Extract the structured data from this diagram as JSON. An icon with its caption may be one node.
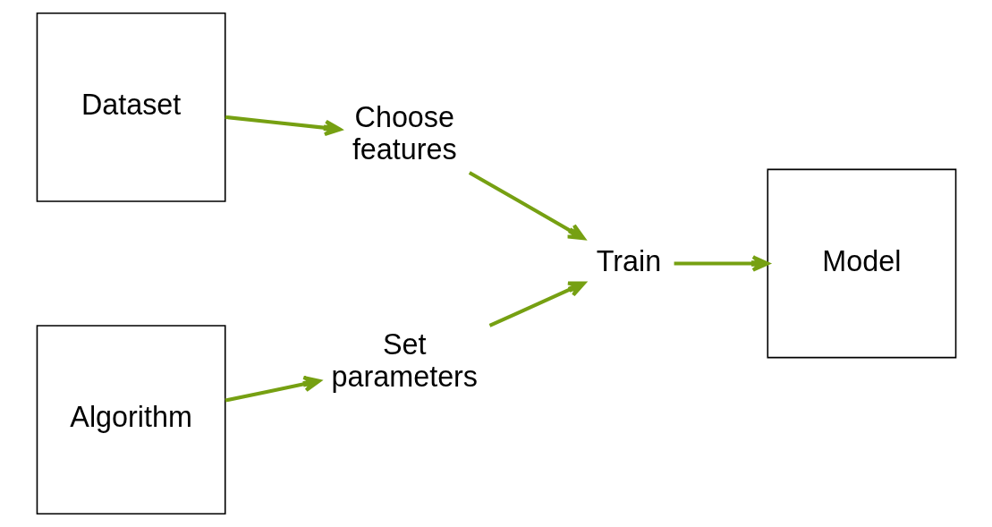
{
  "diagram": {
    "nodes": [
      {
        "text": [
          "Dataset"
        ]
      },
      {
        "text": [
          "Choose features"
        ]
      },
      {
        "text": [
          "Algorithm"
        ]
      },
      {
        "text": [
          "Set parameters"
        ]
      },
      {
        "text": [
          "Train"
        ]
      },
      {
        "text": [
          "Model"
        ]
      }
    ],
    "edges": [
      {
        "from": 0,
        "to": 1,
        "arrow": "to"
      },
      {
        "from": 1,
        "to": 4,
        "arrow": "to"
      },
      {
        "from": 2,
        "to": 3,
        "arrow": "to"
      },
      {
        "from": 3,
        "to": 4,
        "arrow": "to"
      },
      {
        "from": 4,
        "to": 5,
        "arrow": "to"
      }
    ]
  }
}
